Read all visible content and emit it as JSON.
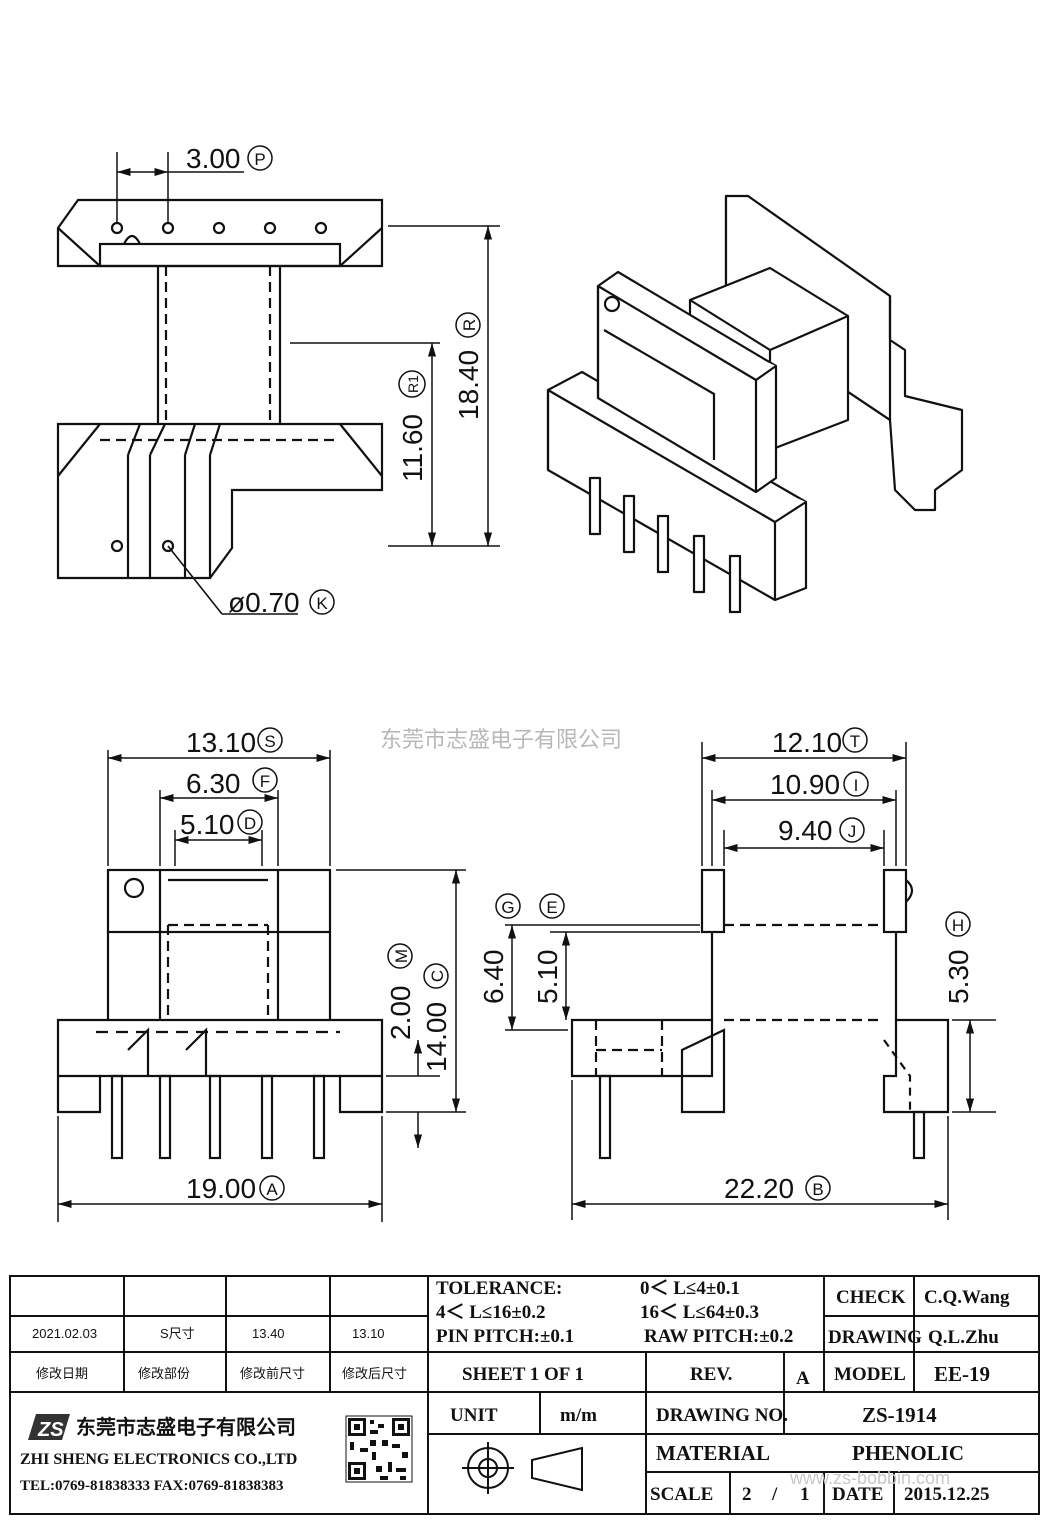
{
  "watermark": "东莞市志盛电子有限公司",
  "dimensions": {
    "top_pitch": {
      "value": "3.00",
      "tag": "P"
    },
    "total_height": {
      "value": "18.40",
      "tag": "R"
    },
    "inner_height": {
      "value": "11.60",
      "tag": "R1"
    },
    "pin_dia": {
      "value": "ø0.70",
      "tag": "K"
    },
    "front_width": {
      "value": "13.10",
      "tag": "S"
    },
    "f_width": {
      "value": "6.30",
      "tag": "F"
    },
    "d_width": {
      "value": "5.10",
      "tag": "D"
    },
    "front_height": {
      "value": "14.00",
      "tag": "C"
    },
    "m_height": {
      "value": "2.00",
      "tag": "M"
    },
    "base_width": {
      "value": "19.00",
      "tag": "A"
    },
    "side_t": {
      "value": "12.10",
      "tag": "T"
    },
    "side_i": {
      "value": "10.90",
      "tag": "I"
    },
    "side_j": {
      "value": "9.40",
      "tag": "J"
    },
    "g_height": {
      "value": "6.40",
      "tag": "G"
    },
    "e_height": {
      "value": "5.10",
      "tag": "E"
    },
    "h_height": {
      "value": "5.30",
      "tag": "H"
    },
    "side_base": {
      "value": "22.20",
      "tag": "B"
    }
  },
  "title_block": {
    "revision_row": [
      "2021.02.03",
      "S尺寸",
      "13.40",
      "13.10"
    ],
    "revision_headers": [
      "修改日期",
      "修改部份",
      "修改前尺寸",
      "修改后尺寸"
    ],
    "tolerance_label": "TOLERANCE:",
    "tol1": "0＜ L≤4±0.1",
    "tol2": "4＜ L≤16±0.2",
    "tol3": "16＜ L≤64±0.3",
    "pin_pitch": "PIN PITCH:±0.1",
    "raw_pitch": "RAW PITCH:±0.2",
    "check_label": "CHECK",
    "check_value": "C.Q.Wang",
    "drawing_label": "DRAWING",
    "drawing_value": "Q.L.Zhu",
    "sheet": "SHEET  1  OF  1",
    "rev_label": "REV.",
    "rev_value": "A",
    "model_label": "MODEL",
    "model_value": "EE-19",
    "unit_label": "UNIT",
    "unit_value": "m/m",
    "drawing_no_label": "DRAWING  NO.",
    "drawing_no_value": "ZS-1914",
    "material_label": "MATERIAL",
    "material_value": "PHENOLIC",
    "scale_label": "SCALE",
    "scale_num": "2",
    "scale_sep": "/",
    "scale_den": "1",
    "date_label": "DATE",
    "date_value": "2015.12.25",
    "company_cn": "东莞市志盛电子有限公司",
    "company_en": "ZHI SHENG  ELECTRONICS CO.,LTD",
    "contact": "TEL:0769-81838333  FAX:0769-81838383",
    "logo_text": "ZS",
    "site_watermark": "www.zs-bobbin.com"
  }
}
